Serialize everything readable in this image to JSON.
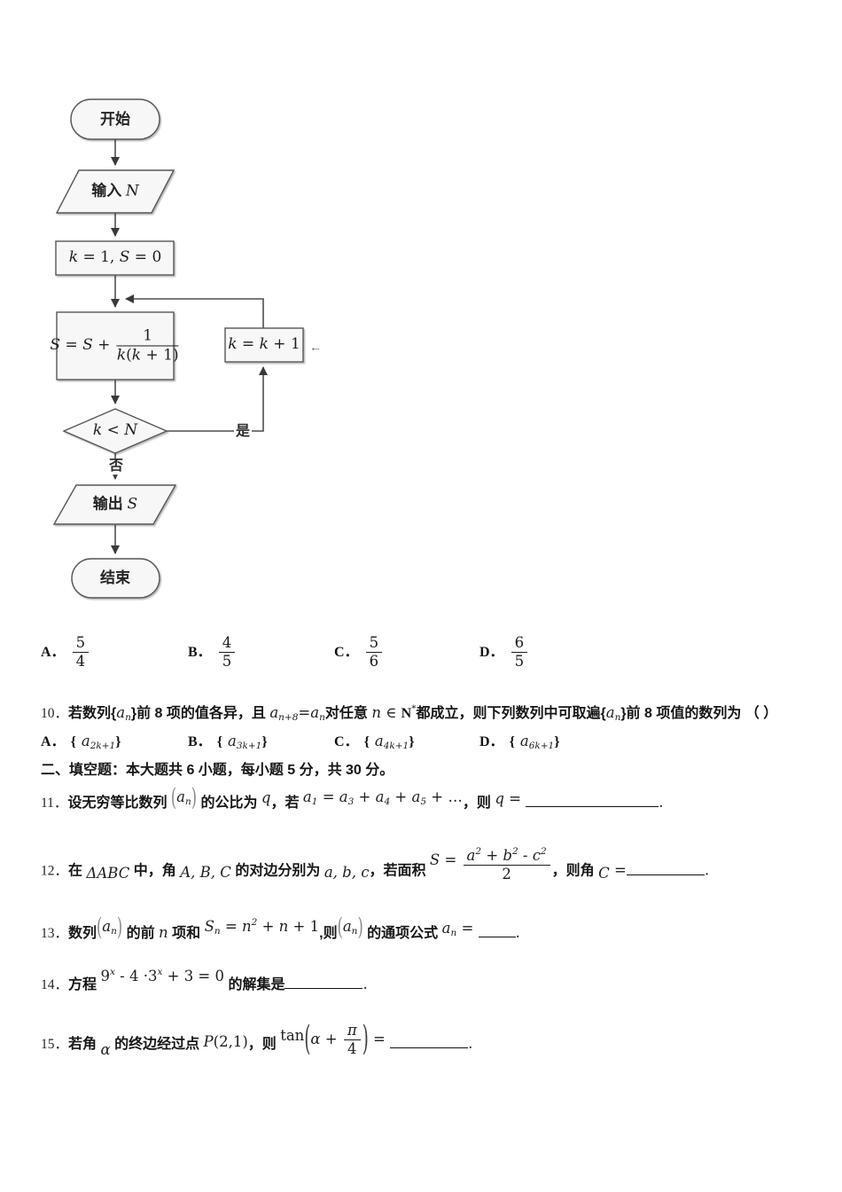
{
  "flowchart": {
    "start": "开始",
    "end": "结束",
    "yes_label": "是",
    "no_label": "否",
    "cursor_artifact": "←",
    "input": [
      {
        "k": "c",
        "t": "输入 "
      },
      {
        "k": "m",
        "t": "N"
      }
    ],
    "init": [
      {
        "k": "m",
        "t": "k"
      },
      {
        "k": "r",
        "t": " = 1, "
      },
      {
        "k": "m",
        "t": "S"
      },
      {
        "k": "r",
        "t": " = 0"
      }
    ],
    "sum": [
      {
        "k": "m",
        "t": "S"
      },
      {
        "k": "r",
        "t": " = "
      },
      {
        "k": "m",
        "t": "S"
      },
      {
        "k": "r",
        "t": " + "
      },
      {
        "k": "f",
        "n": [
          {
            "k": "r",
            "t": "1"
          }
        ],
        "d": [
          {
            "k": "m",
            "t": "k"
          },
          {
            "k": "r",
            "t": "("
          },
          {
            "k": "m",
            "t": "k"
          },
          {
            "k": "r",
            "t": " + 1)"
          }
        ]
      }
    ],
    "inc": [
      {
        "k": "m",
        "t": "k"
      },
      {
        "k": "r",
        "t": " = "
      },
      {
        "k": "m",
        "t": "k"
      },
      {
        "k": "r",
        "t": " + 1"
      }
    ],
    "cond": [
      {
        "k": "m",
        "t": "k"
      },
      {
        "k": "r",
        "t": " < "
      },
      {
        "k": "m",
        "t": "N"
      }
    ],
    "output": [
      {
        "k": "c",
        "t": "输出 "
      },
      {
        "k": "m",
        "t": "S"
      }
    ]
  },
  "q9": {
    "options": [
      {
        "label": "A．",
        "n": "5",
        "d": "4"
      },
      {
        "label": "B．",
        "n": "4",
        "d": "5"
      },
      {
        "label": "C．",
        "n": "5",
        "d": "6"
      },
      {
        "label": "D．",
        "n": "6",
        "d": "5"
      }
    ]
  },
  "q10": {
    "line": [
      {
        "k": "p",
        "t": "10．"
      },
      {
        "k": "c",
        "t": "若数列{"
      },
      {
        "k": "m",
        "t": "a"
      },
      {
        "k": "sb",
        "t": "n"
      },
      {
        "k": "c",
        "t": "}前 8 项的值各异，且 "
      },
      {
        "k": "m",
        "t": "a"
      },
      {
        "k": "sb",
        "t": "n+8"
      },
      {
        "k": "r",
        "t": "="
      },
      {
        "k": "m",
        "t": "a"
      },
      {
        "k": "sb",
        "t": "n"
      },
      {
        "k": "c",
        "t": "对任意 "
      },
      {
        "k": "m",
        "t": "n"
      },
      {
        "k": "r",
        "t": " ∈ "
      },
      {
        "k": "b",
        "t": "N"
      },
      {
        "k": "sp",
        "t": "*"
      },
      {
        "k": "c",
        "t": "都成立，则下列数列中可取遍{"
      },
      {
        "k": "m",
        "t": "a"
      },
      {
        "k": "sb",
        "t": "n"
      },
      {
        "k": "c",
        "t": "}前 8 项值的数列为 （ ）"
      }
    ],
    "options": [
      [
        {
          "k": "b",
          "t": "A．"
        },
        {
          "k": "b",
          "t": "{"
        },
        {
          "k": "m",
          "t": "a"
        },
        {
          "k": "sb",
          "t": "2k+1"
        },
        {
          "k": "b",
          "t": "}"
        }
      ],
      [
        {
          "k": "b",
          "t": "B．"
        },
        {
          "k": "b",
          "t": "{"
        },
        {
          "k": "m",
          "t": "a"
        },
        {
          "k": "sb",
          "t": "3k+1"
        },
        {
          "k": "b",
          "t": "}"
        }
      ],
      [
        {
          "k": "b",
          "t": "C．"
        },
        {
          "k": "b",
          "t": "{"
        },
        {
          "k": "m",
          "t": "a"
        },
        {
          "k": "sb",
          "t": "4k+1"
        },
        {
          "k": "b",
          "t": "}"
        }
      ],
      [
        {
          "k": "b",
          "t": "D．"
        },
        {
          "k": "b",
          "t": "{"
        },
        {
          "k": "m",
          "t": "a"
        },
        {
          "k": "sb",
          "t": "6k+1"
        },
        {
          "k": "b",
          "t": "}"
        }
      ]
    ]
  },
  "section2": "二、填空题：本大题共 6 小题，每小题 5 分，共 30 分。",
  "q11": [
    {
      "k": "p",
      "t": "11．"
    },
    {
      "k": "c",
      "t": "设无穷等比数列 "
    },
    {
      "k": "tb",
      "t": "(",
      "v": 6
    },
    {
      "k": "m",
      "t": "a",
      "v": 6
    },
    {
      "k": "sb",
      "t": "n",
      "v": 6
    },
    {
      "k": "tb",
      "t": ")",
      "v": 6
    },
    {
      "k": "c",
      "t": " 的公比为 "
    },
    {
      "k": "m",
      "t": "q",
      "v": 5
    },
    {
      "k": "c",
      "t": "，若 "
    },
    {
      "k": "m",
      "t": "a",
      "v": 6
    },
    {
      "k": "sb",
      "t": "1",
      "v": 6
    },
    {
      "k": "r",
      "t": " = ",
      "v": 6
    },
    {
      "k": "m",
      "t": "a",
      "v": 6
    },
    {
      "k": "sb",
      "t": "3",
      "v": 6
    },
    {
      "k": "r",
      "t": " + ",
      "v": 6
    },
    {
      "k": "m",
      "t": "a",
      "v": 6
    },
    {
      "k": "sb",
      "t": "4",
      "v": 6
    },
    {
      "k": "r",
      "t": " + ",
      "v": 6
    },
    {
      "k": "m",
      "t": "a",
      "v": 6
    },
    {
      "k": "sb",
      "t": "5",
      "v": 6
    },
    {
      "k": "r",
      "t": " + …",
      "v": 6
    },
    {
      "k": "c",
      "t": "，则 "
    },
    {
      "k": "m",
      "t": "q",
      "v": 4
    },
    {
      "k": "r",
      "t": " = ",
      "v": 4
    },
    {
      "k": "u",
      "w": 150
    },
    {
      "k": "r",
      "t": "."
    }
  ],
  "q12": [
    {
      "k": "p",
      "t": "12．"
    },
    {
      "k": "c",
      "t": "在 "
    },
    {
      "k": "m",
      "t": "ΔABC",
      "v": -3
    },
    {
      "k": "c",
      "t": " 中，角 "
    },
    {
      "k": "m",
      "t": "A, B, C",
      "v": -2
    },
    {
      "k": "c",
      "t": " 的对边分别为 "
    },
    {
      "k": "m",
      "t": "a, b, c",
      "v": -2
    },
    {
      "k": "c",
      "t": "，若面积 "
    },
    {
      "k": "m",
      "t": "S",
      "v": 12
    },
    {
      "k": "r",
      "t": " = ",
      "v": 12
    },
    {
      "k": "f",
      "n": [
        {
          "k": "m",
          "t": "a"
        },
        {
          "k": "sp",
          "t": "2"
        },
        {
          "k": "r",
          "t": " + "
        },
        {
          "k": "m",
          "t": "b"
        },
        {
          "k": "sp",
          "t": "2"
        },
        {
          "k": "r",
          "t": " - "
        },
        {
          "k": "m",
          "t": "c"
        },
        {
          "k": "sp",
          "t": "2"
        }
      ],
      "d": [
        {
          "k": "r",
          "t": "2"
        }
      ],
      "v": 7
    },
    {
      "k": "c",
      "t": "，则角 "
    },
    {
      "k": "m",
      "t": "C",
      "v": -3
    },
    {
      "k": "r",
      "t": " ="
    },
    {
      "k": "u",
      "w": 88
    },
    {
      "k": "r",
      "t": "."
    }
  ],
  "q13": [
    {
      "k": "p",
      "t": "13．"
    },
    {
      "k": "c",
      "t": "数列"
    },
    {
      "k": "tb",
      "t": "(",
      "v": 7
    },
    {
      "k": "m",
      "t": "a",
      "v": 7
    },
    {
      "k": "sb",
      "t": "n",
      "v": 7
    },
    {
      "k": "tb",
      "t": ")",
      "v": 7
    },
    {
      "k": "c",
      "t": " 的前 "
    },
    {
      "k": "m",
      "t": "n"
    },
    {
      "k": "c",
      "t": " 项和 "
    },
    {
      "k": "m",
      "t": "S",
      "v": 7
    },
    {
      "k": "sb",
      "t": "n",
      "v": 7
    },
    {
      "k": "r",
      "t": " = ",
      "v": 7
    },
    {
      "k": "m",
      "t": "n",
      "v": 7
    },
    {
      "k": "sp",
      "t": "2",
      "v": 7
    },
    {
      "k": "r",
      "t": " + ",
      "v": 7
    },
    {
      "k": "m",
      "t": "n",
      "v": 7
    },
    {
      "k": "r",
      "t": " + 1",
      "v": 7
    },
    {
      "k": "c",
      "t": ",则"
    },
    {
      "k": "tb",
      "t": "(",
      "v": 7
    },
    {
      "k": "m",
      "t": "a",
      "v": 7
    },
    {
      "k": "sb",
      "t": "n",
      "v": 7
    },
    {
      "k": "tb",
      "t": ")",
      "v": 7
    },
    {
      "k": "c",
      "t": " 的通项公式 "
    },
    {
      "k": "m",
      "t": "a",
      "v": 5
    },
    {
      "k": "sb",
      "t": "n",
      "v": 5
    },
    {
      "k": "r",
      "t": " = ",
      "v": 5
    },
    {
      "k": "u",
      "w": 42
    },
    {
      "k": "r",
      "t": "."
    }
  ],
  "q14": [
    {
      "k": "p",
      "t": "14．"
    },
    {
      "k": "c",
      "t": "方程 "
    },
    {
      "k": "r",
      "t": "9",
      "v": 9
    },
    {
      "k": "sp",
      "t": "x",
      "v": 9
    },
    {
      "k": "r",
      "t": " - 4 ·3",
      "v": 9
    },
    {
      "k": "sp",
      "t": "x",
      "v": 9
    },
    {
      "k": "r",
      "t": " + 3 = 0",
      "v": 9
    },
    {
      "k": "c",
      "t": " 的解集是"
    },
    {
      "k": "u",
      "w": 88
    },
    {
      "k": "r",
      "t": "."
    }
  ],
  "q15": [
    {
      "k": "p",
      "t": "15．"
    },
    {
      "k": "c",
      "t": "若角 "
    },
    {
      "k": "m",
      "t": "α",
      "v": -7
    },
    {
      "k": "c",
      "t": " 的终边经过点 "
    },
    {
      "k": "m",
      "t": "P",
      "v": 2
    },
    {
      "k": "r",
      "t": "(2,1)",
      "v": 2
    },
    {
      "k": "c",
      "t": "，则 "
    },
    {
      "k": "r",
      "t": "tan",
      "v": 9
    },
    {
      "k": "bp",
      "t": "(",
      "v": 5
    },
    {
      "k": "m",
      "t": "α",
      "v": 5
    },
    {
      "k": "r",
      "t": " + ",
      "v": 5
    },
    {
      "k": "f",
      "n": [
        {
          "k": "m",
          "t": "π"
        }
      ],
      "d": [
        {
          "k": "r",
          "t": "4"
        }
      ],
      "v": 5
    },
    {
      "k": "bp",
      "t": ")",
      "v": 5
    },
    {
      "k": "r",
      "t": " = ",
      "v": 5
    },
    {
      "k": "u",
      "w": 88
    },
    {
      "k": "r",
      "t": "."
    }
  ]
}
